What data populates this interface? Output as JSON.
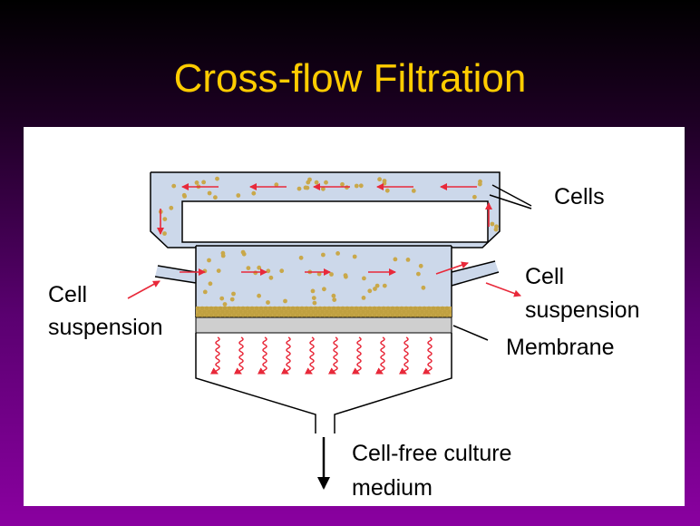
{
  "slide": {
    "title": "Cross-flow Filtration"
  },
  "diagram": {
    "labels": {
      "cells": "Cells",
      "cell_suspension_in_line1": "Cell",
      "cell_suspension_in_line2": "suspension",
      "cell_suspension_out_line1": "Cell",
      "cell_suspension_out_line2": "suspension",
      "membrane": "Membrane",
      "cell_free_line1": "Cell-free culture",
      "cell_free_line2": "medium"
    },
    "colors": {
      "title": "#ffcc00",
      "chamber_fill": "#ccd8ea",
      "cell_dot": "#c9a84a",
      "flow_arrow": "#e8293a",
      "membrane": "#cfcfcf"
    }
  }
}
